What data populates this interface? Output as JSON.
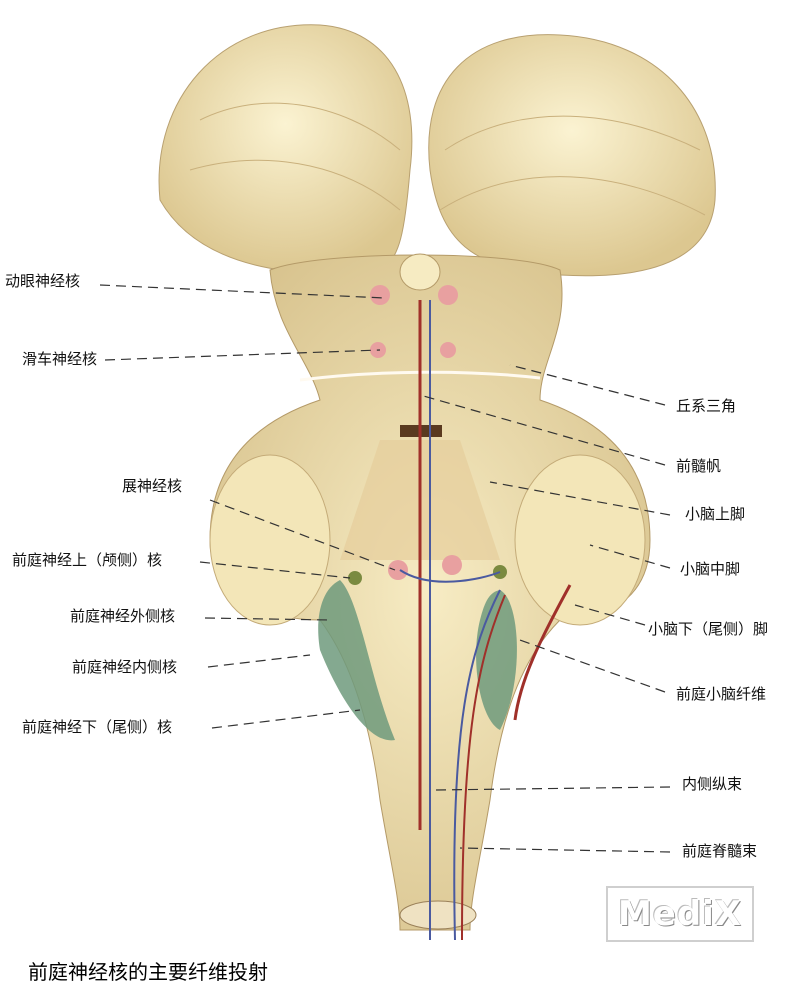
{
  "labels_left": [
    {
      "text": "动眼神经核"
    },
    {
      "text": "滑车神经核"
    },
    {
      "text": "展神经核"
    },
    {
      "text": "前庭神经上（颅侧）核"
    },
    {
      "text": "前庭神经外侧核"
    },
    {
      "text": "前庭神经内侧核"
    },
    {
      "text": "前庭神经下（尾侧）核"
    }
  ],
  "labels_right": [
    {
      "text": "丘系三角"
    },
    {
      "text": "前髓帆"
    },
    {
      "text": "小脑上脚"
    },
    {
      "text": "小脑中脚"
    },
    {
      "text": "小脑下（尾侧）脚"
    },
    {
      "text": "前庭小脑纤维"
    },
    {
      "text": "内侧纵束"
    },
    {
      "text": "前庭脊髓束"
    }
  ],
  "caption": "前庭神经核的主要纤维投射",
  "watermark": "MediX",
  "colors": {
    "tissue": "#f0e2b0",
    "nucleus_pink": "#e8a0a0",
    "vestibular_green": "#6f9a7c",
    "tract_red": "#a0302a",
    "tract_blue": "#4a5aa0"
  }
}
